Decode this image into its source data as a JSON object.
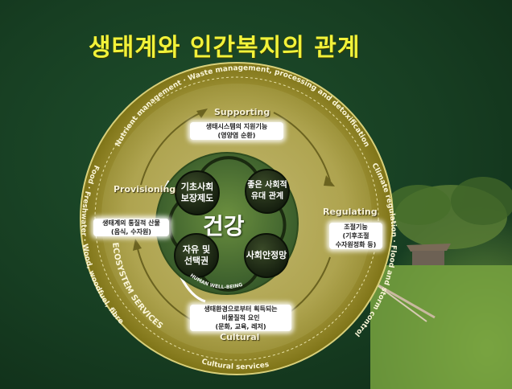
{
  "title": "생태계와 인간복지의 관계",
  "ring_texts": {
    "top": "Nutrient management · Waste management, processing and detoxification",
    "right": "Climate regulation · Flood and storm control",
    "left": "Food · Freshwater · Wood, woodfuel, fibre",
    "inner_left": "ECOSYSTEM SERVICES",
    "bottom": "Cultural services"
  },
  "services": {
    "supporting": {
      "label": "Supporting",
      "lines": [
        "생태시스템의 지원기능",
        "(영양염 순환)"
      ]
    },
    "provisioning": {
      "label": "Provisioning",
      "lines": [
        "생태계의 통질적 산물",
        "(음식, 수자원)"
      ]
    },
    "regulating": {
      "label": "Regulating",
      "lines": [
        "조절기능",
        "(기후조절",
        "수자원정화 등)"
      ]
    },
    "cultural": {
      "label": "Cultural",
      "lines": [
        "생태환경으로부터 획득되는",
        "비물질적 요인",
        "(문화, 교육, 레저)"
      ]
    }
  },
  "wellbeing": {
    "center": "건강",
    "arc_label": "HUMAN WELL-BEING",
    "nodes": [
      {
        "lines": [
          "기초사회",
          "보장제도"
        ]
      },
      {
        "lines": [
          "좋은 사회적",
          "유대 관계"
        ]
      },
      {
        "lines": [
          "자유 및",
          "선택권"
        ]
      },
      {
        "lines": [
          "사회안정망"
        ]
      }
    ]
  },
  "colors": {
    "background": "#173e22",
    "title": "#f1f23a",
    "ring_outer": "#8d8219",
    "ring_inner": "#a8a048",
    "wellbeing_disc": "#3f6a2c",
    "node_disc": "#1c2a14"
  }
}
